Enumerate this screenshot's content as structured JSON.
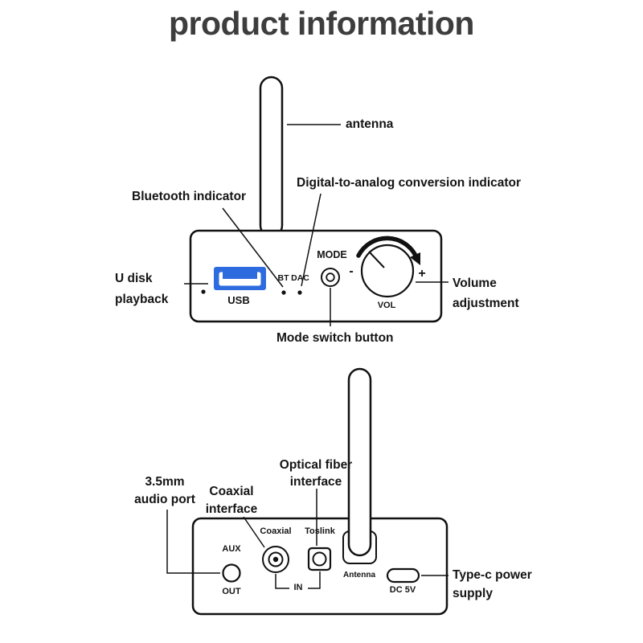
{
  "title": "product information",
  "front": {
    "callouts": {
      "antenna": "antenna",
      "bluetooth": "Bluetooth indicator",
      "dac": "Digital-to-analog conversion indicator",
      "u_disk": [
        "U disk",
        "playback"
      ],
      "volume": [
        "Volume",
        "adjustment"
      ],
      "mode": "Mode switch button"
    },
    "panel": {
      "usb": "USB",
      "bt": "BT",
      "dac": "DAC",
      "mode": "MODE",
      "minus": "-",
      "plus": "+",
      "vol": "VOL"
    }
  },
  "back": {
    "callouts": {
      "audio": [
        "3.5mm",
        "audio port"
      ],
      "coaxial": [
        "Coaxial",
        "interface"
      ],
      "optical": [
        "Optical fiber",
        "interface"
      ],
      "typec": [
        "Type-c power",
        "supply"
      ]
    },
    "panel": {
      "aux": "AUX",
      "out": "OUT",
      "coaxial": "Coaxial",
      "toslink": "Toslink",
      "in": "IN",
      "antenna": "Antenna",
      "dc": "DC 5V"
    }
  },
  "colors": {
    "usb_blue": "#2e6bdf",
    "ink": "#111111",
    "title": "#3d3d3d"
  }
}
